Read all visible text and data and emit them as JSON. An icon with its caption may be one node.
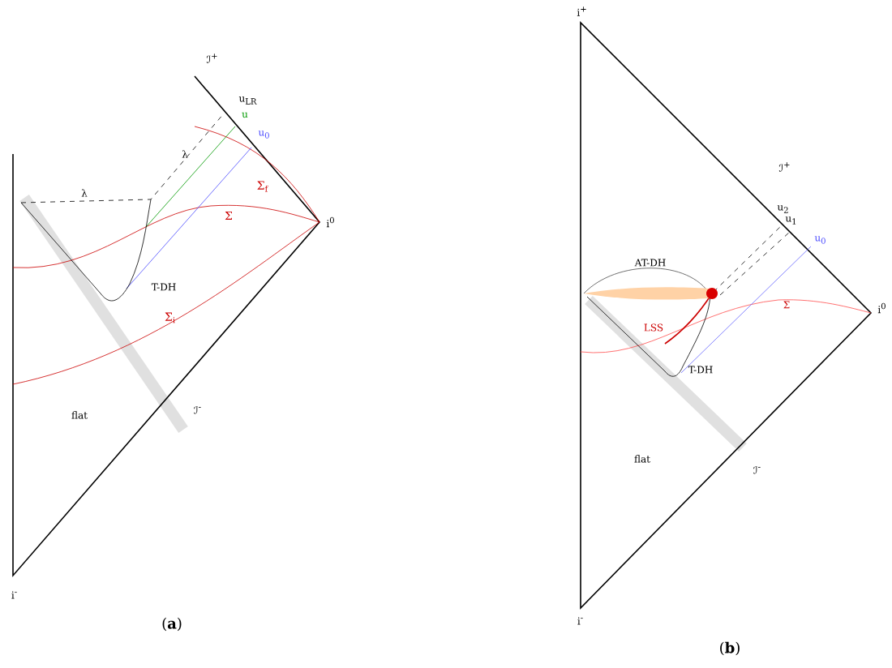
{
  "diagram": {
    "labels": [
      "ℐ$^{+}$",
      "u$_{LR}$",
      "u",
      "u$_{0}$",
      "λ",
      "λ",
      "Σ$_{f}$",
      "Σ",
      "i$^{0}$",
      "T-DH",
      "Σ$_{i}$",
      "flat",
      "ℐ$^{-}$",
      "i$^{-}$",
      "(**a**)",
      "i$^{+}$",
      "ℐ$^{+}$",
      "u$_{2}$",
      "u$_{1}$",
      "u$_{0}$",
      "AT-DH",
      "LSS",
      "Σ",
      "i$^{0}$",
      "T-DH",
      "flat",
      "ℐ$^{-}$",
      "i$^{-}$",
      "(**b**)"
    ]
  }
}
